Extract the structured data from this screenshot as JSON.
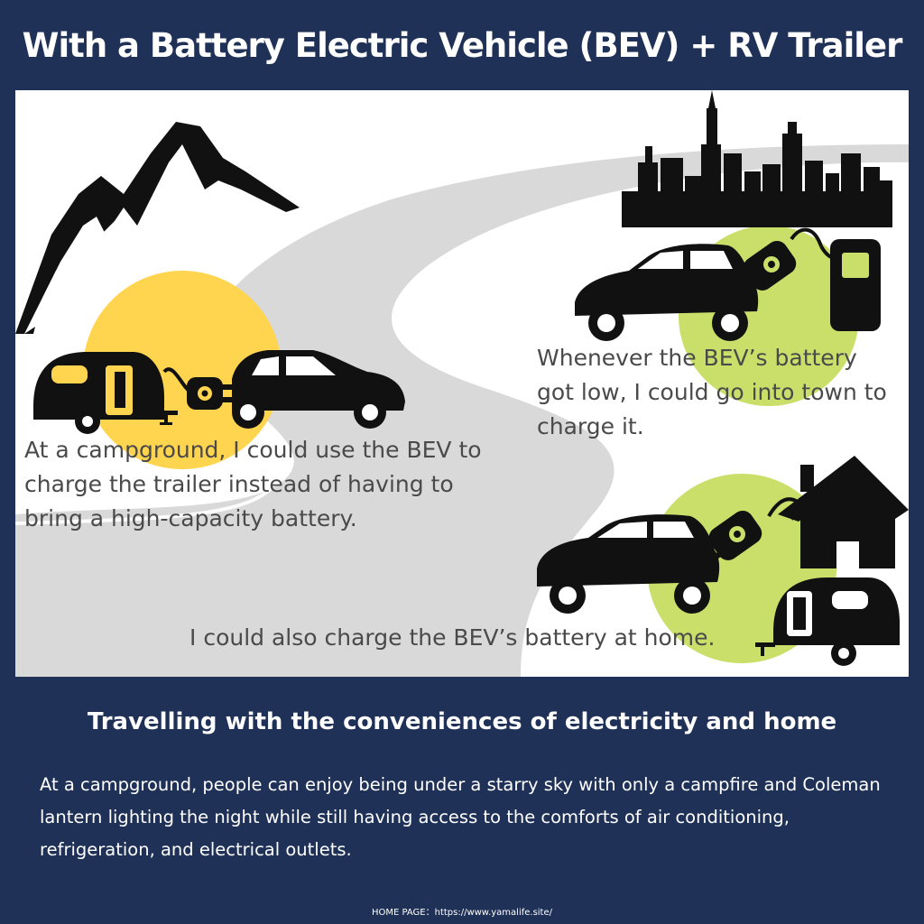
{
  "header": {
    "title": "With a Battery Electric Vehicle (BEV) + RV Trailer"
  },
  "scenes": {
    "campground": {
      "caption": "At a campground, I could use the BEV to charge the trailer instead of having to bring a high-capacity battery."
    },
    "town": {
      "caption": "Whenever the BEV’s battery got low, I could go into town to charge it."
    },
    "home": {
      "caption": "I could also charge the BEV’s battery at home."
    }
  },
  "section": {
    "heading": "Travelling with the conveniences of electricity and home",
    "body": "At a campground, people can enjoy being under a starry sky with only a campfire and Coleman lantern lighting the night while still having access to the comforts of air conditioning, refrigeration, and electrical outlets."
  },
  "footer": {
    "text": "HOME PAGE：https://www.yamalife.site/"
  },
  "colors": {
    "background": "#1f3157",
    "road": "#d9d9d9",
    "sun_yellow": "#ffd54f",
    "charge_green": "#c9df6a",
    "silhouette": "#111111",
    "caption_text": "#4a4a4a"
  },
  "icons": [
    "mountain-icon",
    "city-skyline-icon",
    "car-icon",
    "rv-trailer-icon",
    "charging-plug-icon",
    "charging-station-icon",
    "house-icon"
  ]
}
